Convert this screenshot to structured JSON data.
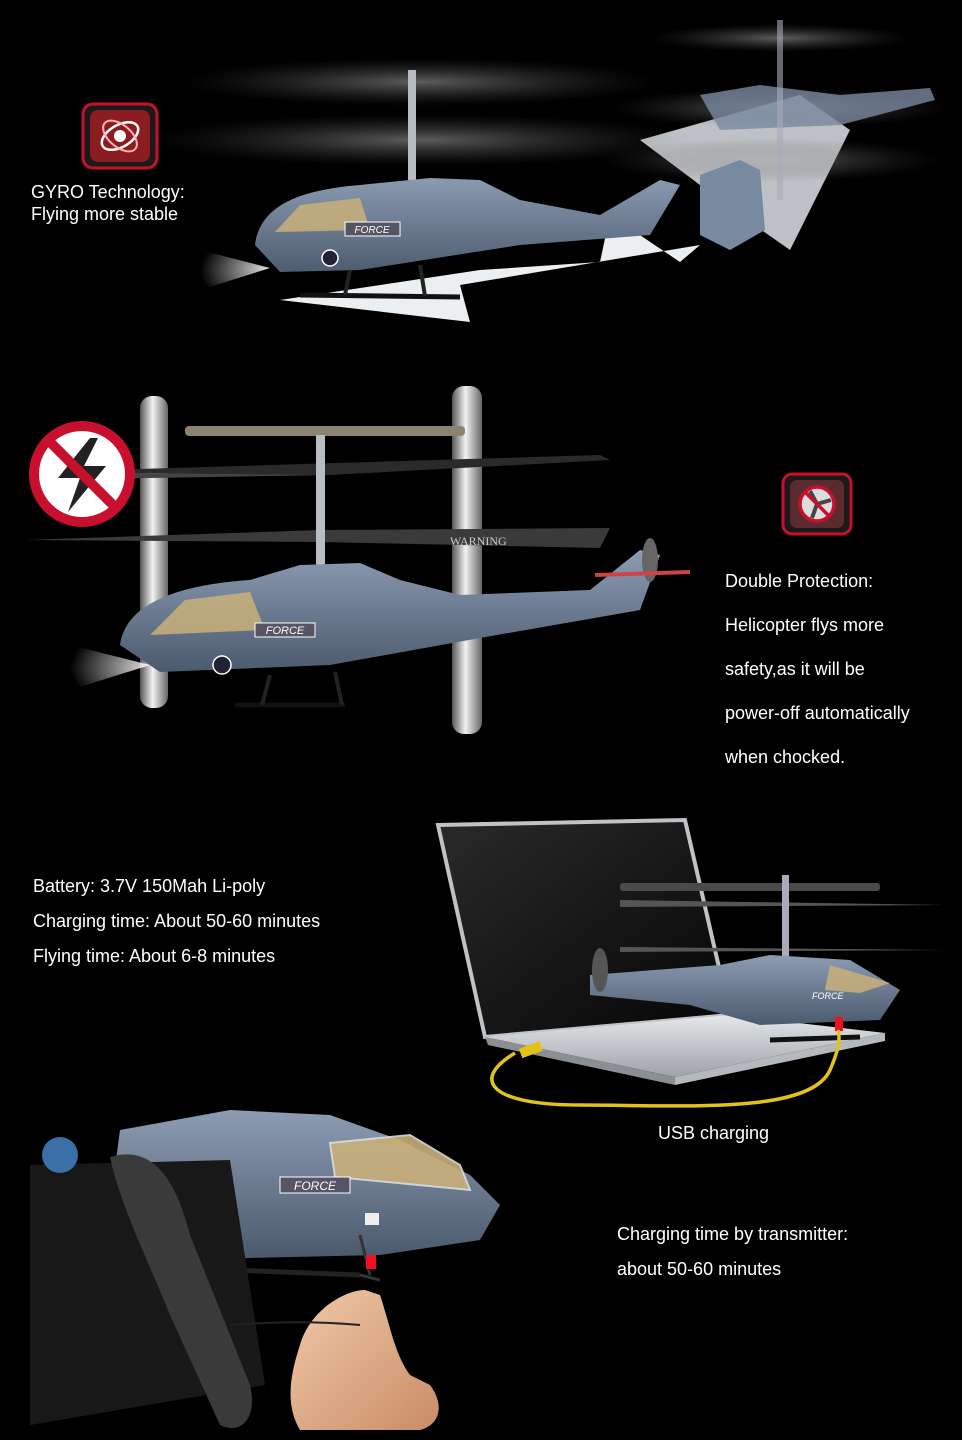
{
  "sections": {
    "gyro": {
      "icon": "gyro-icon",
      "line1": "GYRO Technology:",
      "line2": "Flying more stable",
      "decal": "FORCE"
    },
    "protection": {
      "warning_icon": "no-shock-icon",
      "icon": "no-fan-icon",
      "lines": [
        "Double  Protection:",
        "Helicopter flys more",
        "safety,as it will be",
        "power-off automatically",
        "when chocked."
      ],
      "decal": "FORCE",
      "blade_text": "WARNING"
    },
    "battery": {
      "lines": [
        "Battery: 3.7V 150Mah Li-poly",
        "Charging time: About 50-60 minutes",
        "Flying time: About 6-8 minutes"
      ],
      "usb_label": "USB charging",
      "decal": "FORCE"
    },
    "transmitter": {
      "lines": [
        "Charging time by transmitter:",
        "about 50-60 minutes"
      ],
      "decal": "FORCE"
    }
  },
  "colors": {
    "background": "#000000",
    "heli_body": "#6f7f95",
    "icon_red": "#c8102e",
    "cable_yellow": "#e3c21a"
  }
}
